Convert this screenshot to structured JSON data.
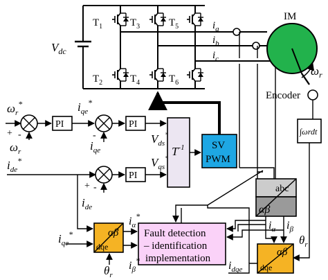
{
  "diagram": {
    "supply": {
      "symbol": "V",
      "sub": "dc"
    },
    "transistors": [
      {
        "name": "T",
        "sub": "1"
      },
      {
        "name": "T",
        "sub": "3"
      },
      {
        "name": "T",
        "sub": "5"
      },
      {
        "name": "T",
        "sub": "2"
      },
      {
        "name": "T",
        "sub": "4"
      },
      {
        "name": "T",
        "sub": "6"
      }
    ],
    "phase_currents": [
      {
        "symbol": "i",
        "sub": "a"
      },
      {
        "symbol": "i",
        "sub": "b"
      },
      {
        "symbol": "i",
        "sub": "c"
      }
    ],
    "motor": {
      "label": "IM",
      "color": "#22b24c"
    },
    "speed": {
      "symbol": "ω",
      "sub": "r"
    },
    "encoder": {
      "label": "Encoder"
    },
    "integrator": {
      "label": "∫ωrdt"
    },
    "speed_ref": {
      "symbol": "ω",
      "sub": "r",
      "sup": "*"
    },
    "speed_fb": {
      "symbol": "ω",
      "sub": "r",
      "accent": "¯"
    },
    "pi_blocks": [
      "PI",
      "PI",
      "PI"
    ],
    "iqe_ref": {
      "symbol": "i",
      "sub": "qe",
      "sup": "*"
    },
    "iqe_fb": {
      "symbol": "i",
      "sub": "qe",
      "accent": "¯"
    },
    "ide_ref": {
      "symbol": "i",
      "sub": "de",
      "sup": "*"
    },
    "ide_fb": {
      "symbol": "i",
      "sub": "de",
      "accent": "¯"
    },
    "vds": {
      "symbol": "V",
      "sub": "ds",
      "sup": "*"
    },
    "vqs": {
      "symbol": "V",
      "sub": "qs",
      "sup": "*"
    },
    "inverse_transform": {
      "label": "T",
      "sup": "-1",
      "color": "#ece6f2"
    },
    "svpwm": {
      "line1": "SV",
      "line2": "PWM",
      "color": "#1ea7e4"
    },
    "abc_block": {
      "top": "abc",
      "bottom": "αβ",
      "color_top": "#cccccc",
      "color_bottom": "#9a9a9a"
    },
    "dq_block_right": {
      "top": "αβ",
      "bottom": "dqe",
      "color": "#f5b324"
    },
    "dq_block_left": {
      "top": "αβ",
      "bottom": "dqe",
      "color": "#f5b324"
    },
    "fault_block": {
      "lines": [
        "Fault detection",
        "– identification",
        "implementation"
      ],
      "color": "#fad2f8"
    },
    "i_alpha_ref": {
      "symbol": "i",
      "sub": "α",
      "sup": "*"
    },
    "i_beta_ref": {
      "symbol": "i",
      "sub": "β",
      "sup": "*"
    },
    "i_alpha": {
      "symbol": "i",
      "sub": "α"
    },
    "i_beta": {
      "symbol": "i",
      "sub": "β"
    },
    "theta_r": {
      "symbol": "θ",
      "sub": "r"
    },
    "idqe": {
      "symbol": "i",
      "sub": "dqe"
    },
    "signs": {
      "plus": "+",
      "minus": "-"
    }
  }
}
